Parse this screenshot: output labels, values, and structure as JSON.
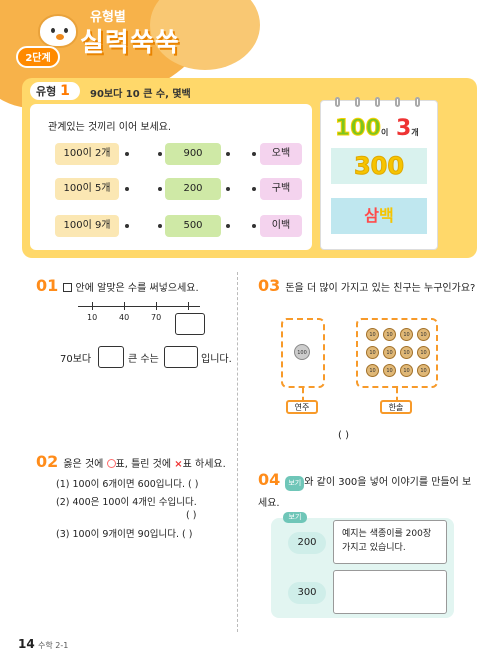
{
  "header": {
    "stage": "2단계",
    "subtitle": "유형별",
    "title": "실력쑥쑥"
  },
  "type_section": {
    "badge_label": "유형",
    "badge_number": "1",
    "title": "90보다 10 큰 수, 몇백",
    "instruction": "관계있는 것끼리 이어 보세요.",
    "left": [
      "100이 2개",
      "100이 5개",
      "100이 9개"
    ],
    "middle": [
      "900",
      "200",
      "500"
    ],
    "right": [
      "오백",
      "구백",
      "이백"
    ],
    "book": {
      "line1_num": "100",
      "line1_small": "이",
      "line1_count": "3",
      "line1_unit": "개",
      "number": "300",
      "reading_red": "삼",
      "reading_yellow": "백"
    }
  },
  "q1": {
    "num": "01",
    "text": "안에 알맞은 수를 써넣으세요.",
    "ticks": [
      "10",
      "40",
      "70"
    ],
    "sentence_a": "70보다",
    "sentence_b": "큰 수는",
    "sentence_c": "입니다."
  },
  "q2": {
    "num": "02",
    "text_a": "옳은 것에",
    "text_b": "표, 틀린 것에",
    "x_symbol": "×",
    "text_c": "표 하세요.",
    "items": [
      "(1) 100이 6개이면 600입니다.  (      )",
      "(2) 400은 100이 4개인 수입니다.",
      "(      )",
      "(3) 100이 9개이면 90입니다.   (      )"
    ]
  },
  "q3": {
    "num": "03",
    "text": "돈을 더 많이 가지고 있는 친구는 누구인가요?",
    "coin_100": "100",
    "coin_10": "10",
    "name1": "연주",
    "name2": "한솔",
    "answer_paren": "(                                   )"
  },
  "q4": {
    "num": "04",
    "text_a": "와 같이 300을 넣어 이야기를 만들어 보세요.",
    "label": "보기",
    "example_num": "200",
    "example_text": "예지는 색종이를 200장 가지고 있습니다.",
    "answer_num": "300"
  },
  "footer": {
    "page": "14",
    "subject": "수학 2-1"
  }
}
